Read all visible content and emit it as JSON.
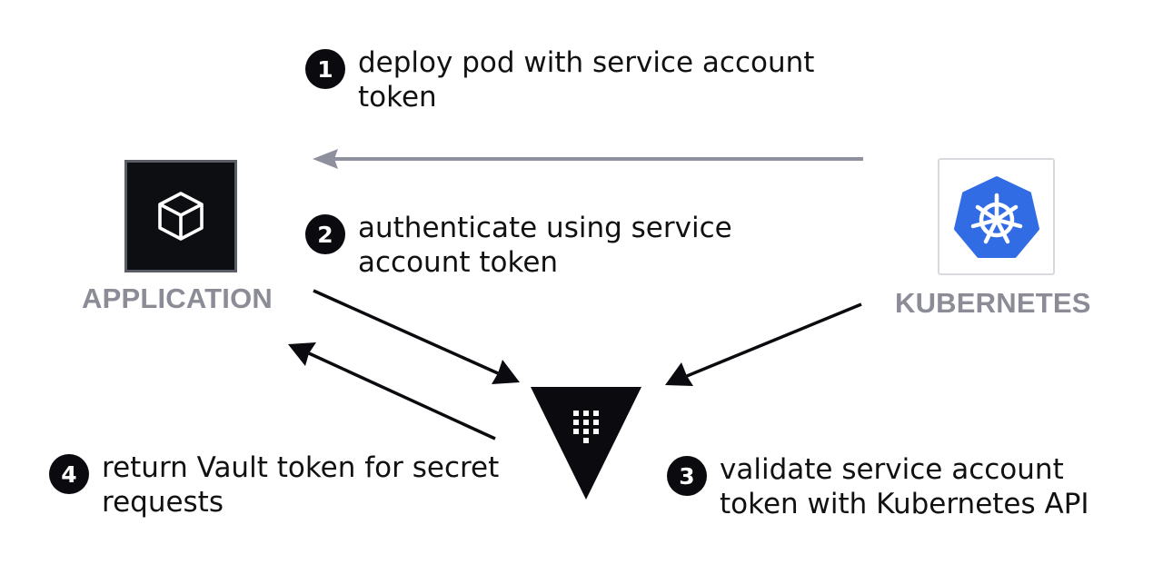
{
  "nodes": {
    "application": {
      "label": "APPLICATION",
      "icon": "cube-icon"
    },
    "kubernetes": {
      "label": "KUBERNETES",
      "icon": "kubernetes-helm-icon"
    },
    "vault": {
      "icon": "vault-logo-icon"
    }
  },
  "steps": [
    {
      "number": "1",
      "text": "deploy pod with service account\ntoken"
    },
    {
      "number": "2",
      "text": "authenticate using service\naccount token"
    },
    {
      "number": "3",
      "text": "validate service account\ntoken with Kubernetes API"
    },
    {
      "number": "4",
      "text": "return Vault token for secret\nrequests"
    }
  ],
  "colors": {
    "arrow_dark": "#0b0b0f",
    "arrow_gray": "#8e909e",
    "label_gray": "#8b8c96",
    "kubernetes_blue": "#326ce5",
    "app_box": "#0d0e12"
  }
}
